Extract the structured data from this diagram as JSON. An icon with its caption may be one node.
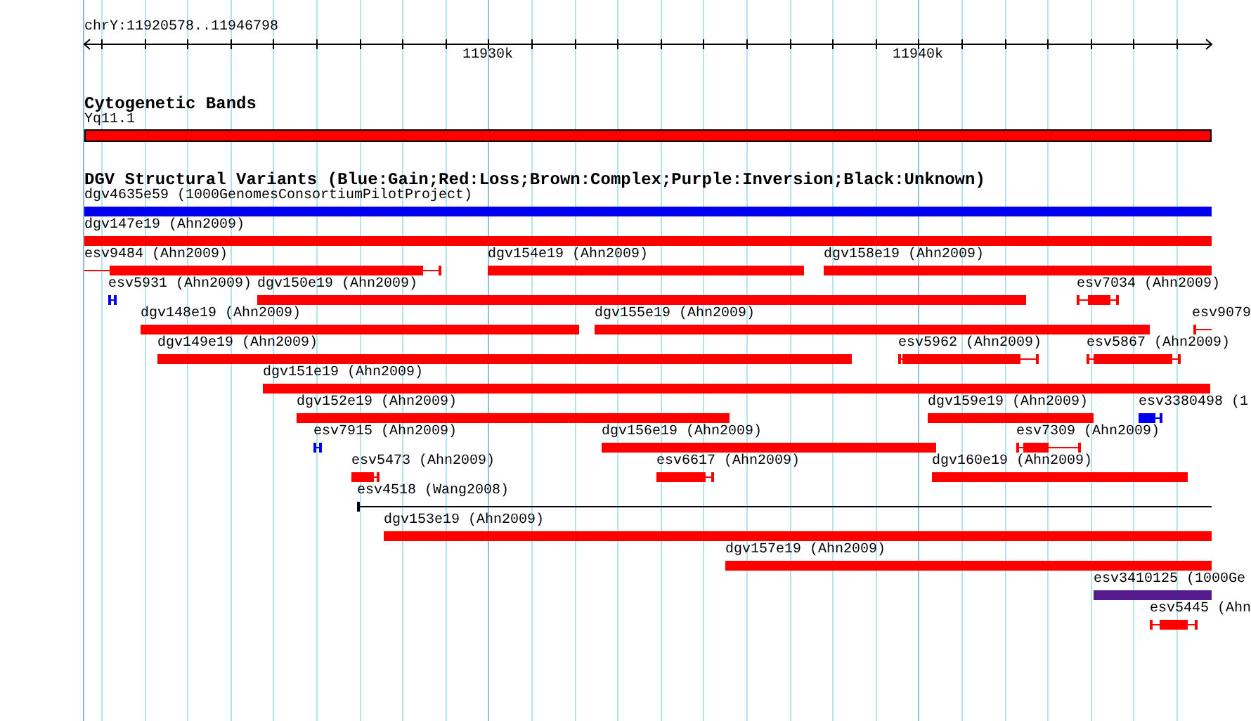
{
  "diagram": {
    "nodes": [
      {
        "text": [
          "Yq11.1"
        ]
      },
      {
        "text": [
          "dgv4635e59 (1000GenomesConsortiumPilotProject)"
        ]
      },
      {
        "text": [
          "dgv147e19 (Ahn2009)"
        ]
      },
      {
        "text": [
          "esv9484 (Ahn2009)"
        ]
      },
      {
        "text": [
          "dgv154e19 (Ahn2009)"
        ]
      },
      {
        "text": [
          "dgv158e19 (Ahn2009)"
        ]
      },
      {
        "text": [
          "esv5931 (Ahn2009)"
        ]
      },
      {
        "text": [
          "dgv150e19 (Ahn2009)"
        ]
      },
      {
        "text": [
          "esv7034 (Ahn2009)"
        ]
      },
      {
        "text": [
          "dgv148e19 (Ahn2009)"
        ]
      },
      {
        "text": [
          "dgv155e19 (Ahn2009)"
        ]
      },
      {
        "text": [
          "esv9079"
        ]
      },
      {
        "text": [
          "dgv149e19 (Ahn2009)"
        ]
      },
      {
        "text": [
          "esv5962 (Ahn2009)"
        ]
      },
      {
        "text": [
          "esv5867 (Ahn2009)"
        ]
      },
      {
        "text": [
          "dgv151e19 (Ahn2009)"
        ]
      },
      {
        "text": [
          "dgv152e19 (Ahn2009)"
        ]
      },
      {
        "text": [
          "dgv159e19 (Ahn2009)"
        ]
      },
      {
        "text": [
          "esv3380498 (1"
        ]
      },
      {
        "text": [
          "esv7915 (Ahn2009)"
        ]
      },
      {
        "text": [
          "dgv156e19 (Ahn2009)"
        ]
      },
      {
        "text": [
          "esv7309 (Ahn2009)"
        ]
      },
      {
        "text": [
          "esv5473 (Ahn2009)"
        ]
      },
      {
        "text": [
          "esv6617 (Ahn2009)"
        ]
      },
      {
        "text": [
          "dgv160e19 (Ahn2009)"
        ]
      },
      {
        "text": [
          "esv4518 (Wang2008)"
        ]
      },
      {
        "text": [
          "dgv153e19 (Ahn2009)"
        ]
      },
      {
        "text": [
          "dgv157e19 (Ahn2009)"
        ]
      },
      {
        "text": [
          "esv3410125 (1000Ge"
        ]
      },
      {
        "text": [
          "esv5445 (Ahn"
        ]
      }
    ],
    "labels": [
      "chrY:11920578..11946798",
      "11930k",
      "11940k",
      "Cytogenetic Bands",
      "DGV Structural Variants (Blue:Gain;Red:Loss;Brown:Complex;Purple:Inversion;Black:Unknown)"
    ]
  }
}
